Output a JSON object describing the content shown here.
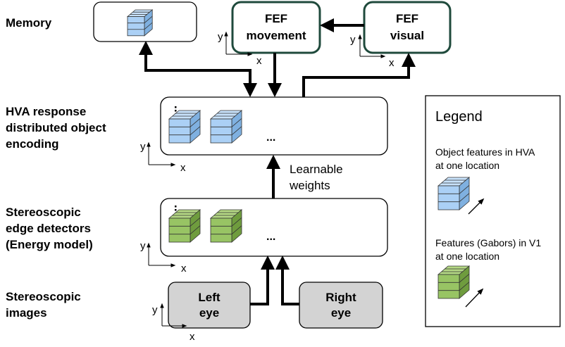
{
  "row_labels": {
    "memory": [
      "Memory"
    ],
    "hva": [
      "HVA response",
      "distributed object",
      "encoding"
    ],
    "edge": [
      "Stereoscopic",
      "edge detectors",
      "(Energy model)"
    ],
    "images": [
      "Stereoscopic",
      "images"
    ]
  },
  "boxes": {
    "fef_movement": [
      "FEF",
      "movement"
    ],
    "fef_visual": [
      "FEF",
      "visual"
    ],
    "left_eye": [
      "Left",
      "eye"
    ],
    "right_eye": [
      "Right",
      "eye"
    ]
  },
  "axes": {
    "x": "x",
    "y": "y"
  },
  "ellipsis": "...",
  "learnable_weights": [
    "Learnable",
    "weights"
  ],
  "legend": {
    "title": "Legend",
    "hva_desc": [
      "Object features in HVA",
      "at one location"
    ],
    "v1_desc": [
      "Features (Gabors) in V1",
      "at one location"
    ]
  },
  "colors": {
    "blue_front": "#abd0f5",
    "blue_top": "#c8e2fb",
    "blue_side": "#7fb0e0",
    "green_front": "#98c464",
    "green_top": "#b4d884",
    "green_side": "#6f9c3e",
    "fef_border": "#1f4a3c",
    "eye_fill": "#d3d3d3"
  }
}
